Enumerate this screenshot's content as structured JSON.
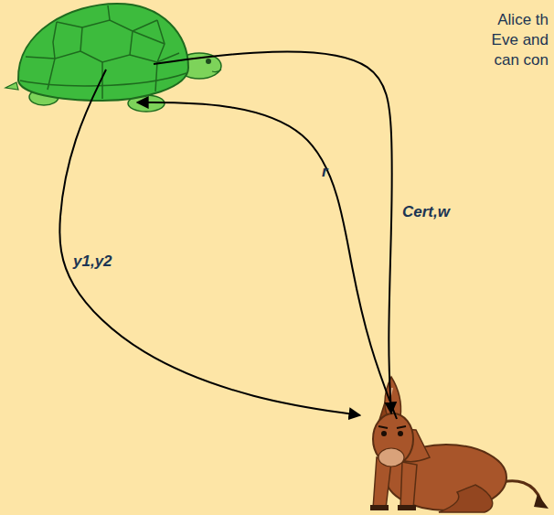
{
  "diagram": {
    "labels": [
      "Alice th",
      "Eve and",
      "can con",
      "Cert,w",
      "r",
      "y1,y2"
    ]
  }
}
